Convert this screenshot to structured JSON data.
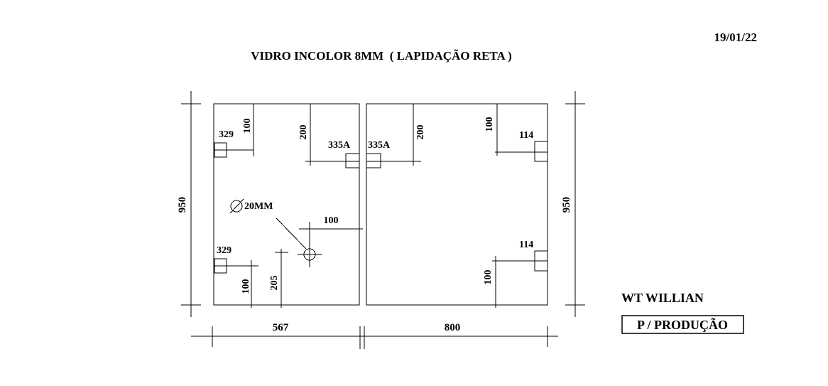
{
  "header": {
    "date": "19/01/22",
    "title": "VIDRO INCOLOR 8MM  ( LAPIDAÇÃO RETA )"
  },
  "left_panel": {
    "height_label": "950",
    "width_label": "567",
    "hinge_top_code": "329",
    "hinge_top_dim": "100",
    "hinge_bottom_code": "329",
    "hinge_bottom_dim": "100",
    "lock_code": "335A",
    "lock_dim": "200",
    "hole_label": "20MM",
    "hole_x_dim": "100",
    "hole_y_dim": "205"
  },
  "right_panel": {
    "height_label": "950",
    "width_label": "800",
    "lock_code": "335A",
    "lock_dim": "200",
    "hinge_top_code": "114",
    "hinge_top_dim": "100",
    "hinge_bottom_code": "114",
    "hinge_bottom_dim": "100"
  },
  "footer": {
    "client": "WT WILLIAN",
    "stamp": "P / PRODUÇÃO"
  }
}
